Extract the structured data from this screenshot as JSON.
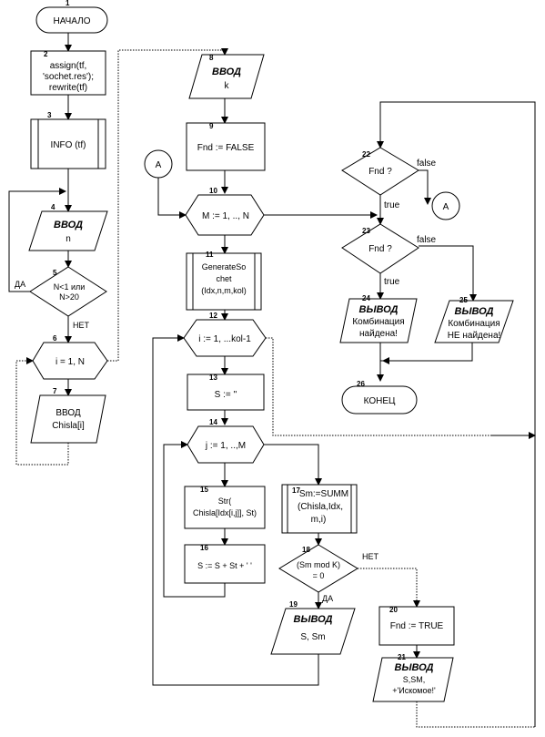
{
  "nodes": {
    "n1": {
      "num": "1",
      "lines": [
        "НАЧАЛО"
      ]
    },
    "n2": {
      "num": "2",
      "lines": [
        "assign(tf,",
        "'sochet.res');",
        "rewrite(tf)"
      ]
    },
    "n3": {
      "num": "3",
      "lines": [
        "INFO (tf)"
      ]
    },
    "n4": {
      "num": "4",
      "kw": "ВВОД",
      "lines": [
        "n"
      ]
    },
    "n5": {
      "num": "5",
      "lines": [
        "N<1 или",
        "N>20"
      ]
    },
    "n6": {
      "num": "6",
      "lines": [
        "i = 1, N"
      ]
    },
    "n7": {
      "num": "7",
      "lines": [
        "ВВОД",
        "Chisla[i]"
      ]
    },
    "n8": {
      "num": "8",
      "kw": "ВВОД",
      "lines": [
        "k"
      ]
    },
    "n9": {
      "num": "9",
      "lines": [
        "Fnd := FALSE"
      ]
    },
    "n10": {
      "num": "10",
      "lines": [
        "M := 1, .., N"
      ]
    },
    "n11": {
      "num": "11",
      "lines": [
        "GenerateSo",
        "chet",
        "(Idx,n,m,kol)"
      ]
    },
    "n12": {
      "num": "12",
      "lines": [
        "i := 1, ...kol-1"
      ]
    },
    "n13": {
      "num": "13",
      "lines": [
        "S := ''"
      ]
    },
    "n14": {
      "num": "14",
      "lines": [
        "j := 1, ..,M"
      ]
    },
    "n15": {
      "num": "15",
      "lines": [
        "Str(",
        "Chisla[Idx[i,j]], St)"
      ]
    },
    "n16": {
      "num": "16",
      "lines": [
        "S := S + St + ' '"
      ]
    },
    "n17": {
      "num": "17",
      "lines": [
        "Sm:=SUMM",
        "(Chisla,Idx,",
        "m,i)"
      ]
    },
    "n18": {
      "num": "18",
      "lines": [
        "(Sm mod K)",
        "= 0"
      ]
    },
    "n19": {
      "num": "19",
      "kw": "ВЫВОД",
      "lines": [
        "S, Sm"
      ]
    },
    "n20": {
      "num": "20",
      "lines": [
        "Fnd := TRUE"
      ]
    },
    "n21": {
      "num": "21",
      "kw": "ВЫВОД",
      "lines": [
        "S,SM,",
        "+'Искомое!'"
      ]
    },
    "n22": {
      "num": "22",
      "lines": [
        "Fnd ?"
      ]
    },
    "n23": {
      "num": "23",
      "lines": [
        "Fnd ?"
      ]
    },
    "n24": {
      "num": "24",
      "kw": "ВЫВОД",
      "lines": [
        "Комбинация",
        "найдена!"
      ]
    },
    "n25": {
      "num": "25",
      "kw": "ВЫВОД",
      "lines": [
        "Комбинация",
        "НЕ найдена!"
      ]
    },
    "n26": {
      "num": "26",
      "lines": [
        "КОНЕЦ"
      ]
    }
  },
  "connectors": {
    "a_top": "A",
    "a_right": "A"
  },
  "edge_labels": {
    "n5_yes": "ДА",
    "n5_no": "НЕТ",
    "n18_no": "НЕТ",
    "n18_yes": "ДА",
    "n22_false": "false",
    "n22_true": "true",
    "n23_false": "false",
    "n23_true": "true"
  }
}
